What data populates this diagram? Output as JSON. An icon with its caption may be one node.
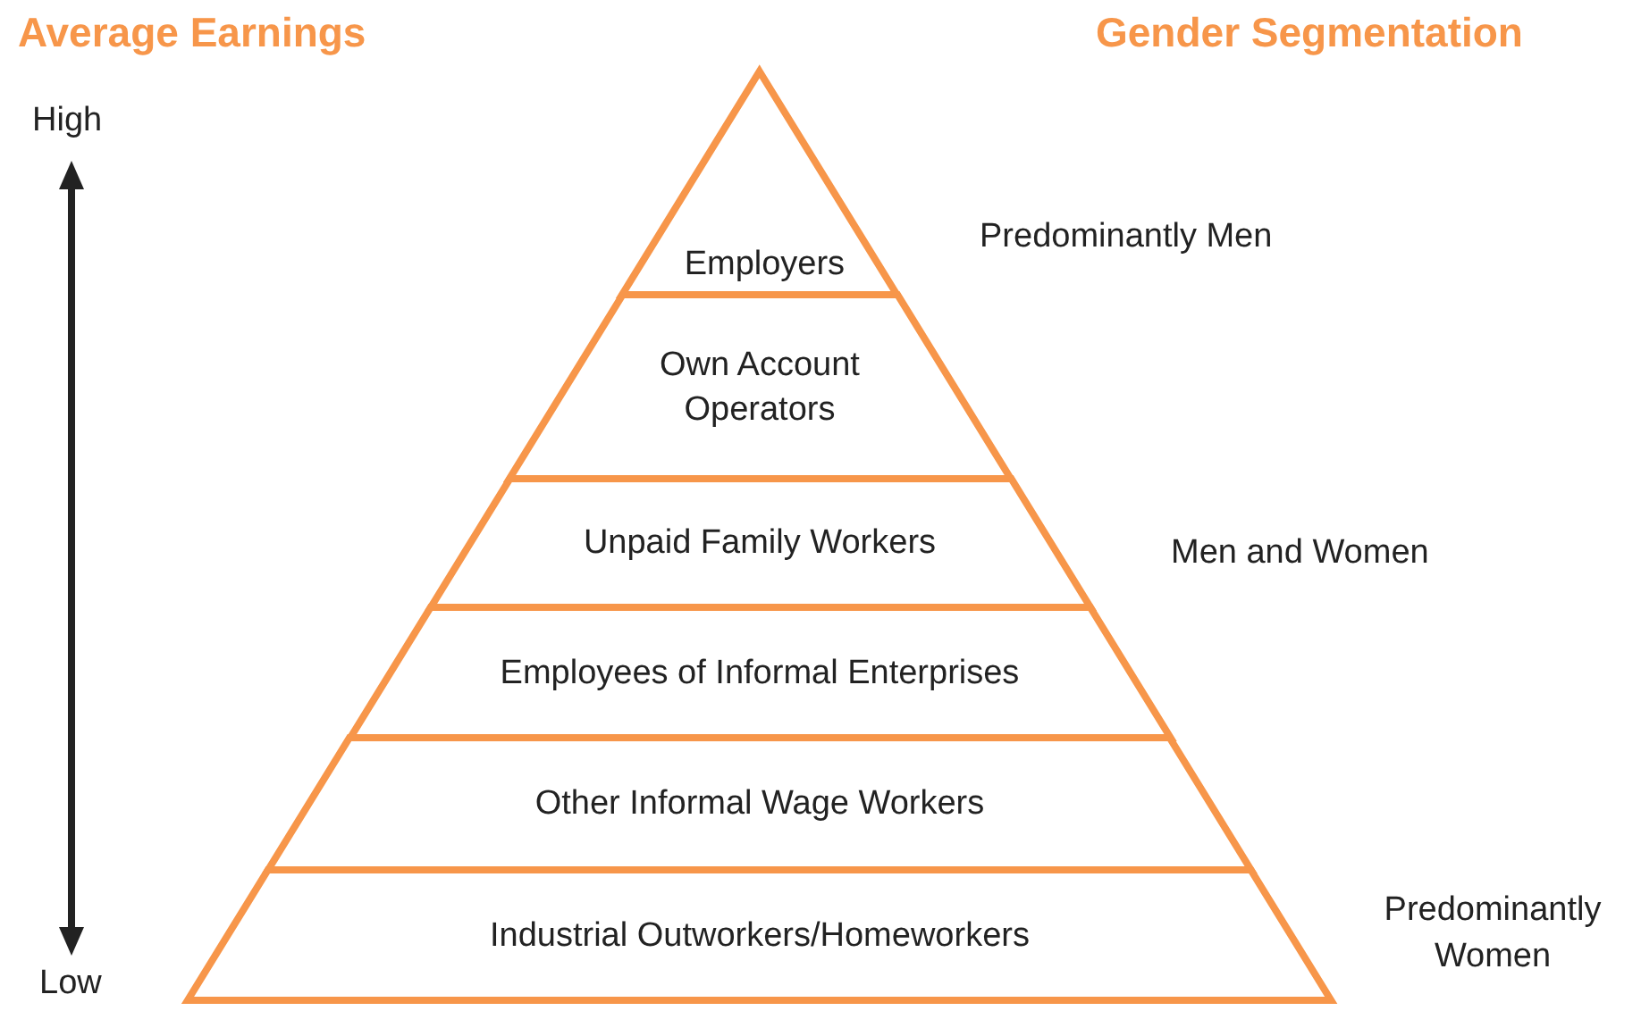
{
  "diagram": {
    "nodes": [
      {
        "text": [
          "Employers"
        ]
      },
      {
        "text": [
          "Own Account Operators"
        ]
      },
      {
        "text": [
          "Unpaid Family Workers"
        ]
      },
      {
        "text": [
          "Employees of Informal Enterprises"
        ]
      },
      {
        "text": [
          "Other Informal Wage Workers"
        ]
      },
      {
        "text": [
          "Industrial Outworkers/Homeworkers"
        ]
      }
    ],
    "labels": [
      "Average Earnings",
      "Gender Segmentation",
      "High",
      "Low",
      "Predominantly Men",
      "Men and Women",
      "Predominantly Women"
    ]
  }
}
